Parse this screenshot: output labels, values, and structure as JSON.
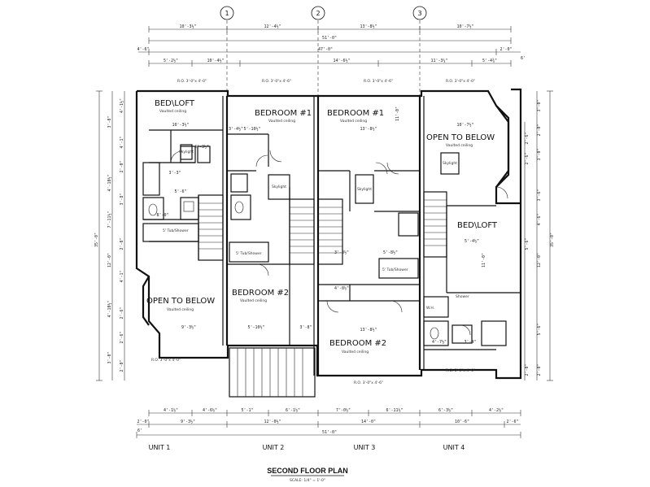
{
  "plan": {
    "title": "SECOND FLOOR PLAN",
    "scale": "SCALE: 1/4\" = 1'-0\""
  },
  "grid_bubbles": [
    "1",
    "2",
    "3"
  ],
  "units": [
    "UNIT 1",
    "UNIT 2",
    "UNIT 3",
    "UNIT 4"
  ],
  "rooms": {
    "u1_loft": "BED\\LOFT",
    "u1_open": "OPEN TO BELOW",
    "u2_bed1": "BEDROOM #1",
    "u2_bed2": "BEDROOM #2",
    "u3_bed1": "BEDROOM #1",
    "u3_bed2": "BEDROOM #2",
    "u4_open": "OPEN TO BELOW",
    "u4_loft": "BED\\LOFT"
  },
  "notes": {
    "vaulted": "Vaulted ceiling",
    "skylight": "Skylight",
    "tub_shower": "5' Tub/Shower",
    "wh": "W.H.",
    "shower": "Shower",
    "ro_u1": "R.O. 3'-0\"x 4'-0\"",
    "ro_u2": "R.O. 3'-0\"x 4'-6\"",
    "ro_u3": "R.O. 3'-0\"x 4'-6\"",
    "ro_u4": "R.O. 3'-0\"x 4'-0\""
  },
  "dims_top": {
    "row1": [
      "10'-3½\"",
      "12'-4½\"",
      "13'-8½\"",
      "10'-7½\""
    ],
    "overall": "51'-0\"",
    "row3_left": "4'-6\"",
    "row3_mid": "47'-0\"",
    "row3_right": "2'-0\"",
    "row4": [
      "5'-2½\"",
      "10'-4½\"",
      "14'-6½\"",
      "11'-3¼\"",
      "5'-4¾\""
    ],
    "far_right": "6'"
  },
  "dims_bottom": {
    "row1": [
      "4'-1½\"",
      "4'-6½\"",
      "5'-1\"",
      "6'-1½\"",
      "7'-0½\"",
      "6'-11½\"",
      "6'-3½\"",
      "4'-2½\""
    ],
    "row2": [
      "2'-0\"",
      "9'-3½\"",
      "12'-0½\"",
      "14'-0\"",
      "10'-6\"",
      "2'-6\""
    ],
    "overall": "51'-0\"",
    "left_tick": "6'"
  },
  "dims_left": {
    "overall": "35'-0\"",
    "inner": [
      "3'-0\"",
      "4'-10½\"",
      "7'-11½\"",
      "12'-0\"",
      "4'-10½\"",
      "3'-0\""
    ],
    "outer": [
      "4'-1½\"",
      "4'-1\"",
      "2'-0\"",
      "3'-8\"",
      "2'-0\"",
      "4'-1\"",
      "2'-6\"",
      "2'-6\"",
      "2'-0\""
    ]
  },
  "dims_right": {
    "overall": "35'-0\"",
    "inner": [
      "3'-0\"",
      "2'-0\"",
      "3'-0\"",
      "3'-6\"",
      "4'-6\"",
      "12'-0\"",
      "5'-6\"",
      "2'-0\""
    ],
    "outer": [
      "2'-6\"",
      "2'-6\"",
      "5'-6\"",
      "2'-0\""
    ]
  },
  "interior_dims": {
    "u1": [
      "10'-3½\"",
      "4'-3½\"",
      "3'-3\"",
      "5'-6\"",
      "8'-0\"",
      "9'-3½\""
    ],
    "u2": [
      "5'-10½\"",
      "3'-4½\"",
      "5'-10½\"",
      "3'-8\""
    ],
    "u3": [
      "13'-8½\"",
      "11'-0\"",
      "3'-8½\"",
      "4'-8½\"",
      "5'-8½\"",
      "13'-8½\""
    ],
    "u4": [
      "10'-7½\"",
      "5'-4½\"",
      "4'-7½\"",
      "3'-4\"",
      "11'-0\""
    ]
  }
}
